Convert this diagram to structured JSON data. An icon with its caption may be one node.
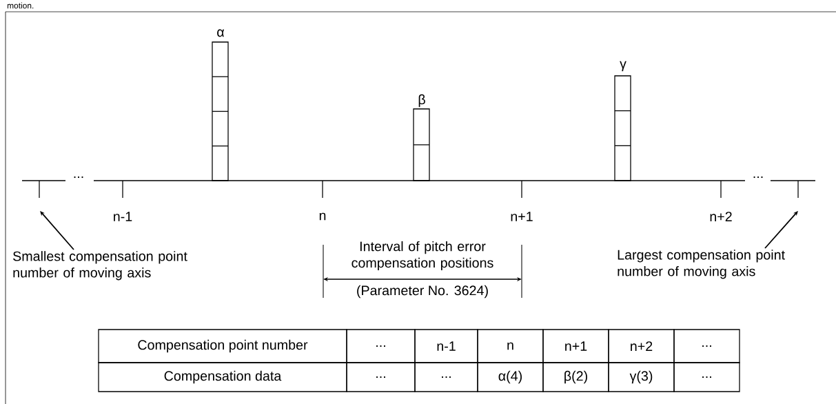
{
  "diagram": {
    "nodes": [
      {
        "text": [
          "Smallest compensation point number of moving axis"
        ]
      },
      {
        "text": [
          "Largest compensation point number of moving axis"
        ]
      }
    ],
    "edges": [
      {
        "from": 0,
        "to": null,
        "arrow": "to"
      },
      {
        "from": 1,
        "to": null,
        "arrow": "to"
      }
    ],
    "labels": [
      "motion.",
      "α",
      "γ",
      "β",
      "...",
      "...",
      "n-1",
      "n",
      "n+1",
      "n+2",
      "Interval of pitch error compensation positions",
      "(Parameter No. 3624)",
      "Compensation point number",
      "...",
      "n-1",
      "n",
      "n+1",
      "n+2",
      "...",
      "Compensation data",
      "...",
      "...",
      "α(4)",
      "β(2)",
      "γ(3)",
      "..."
    ]
  }
}
